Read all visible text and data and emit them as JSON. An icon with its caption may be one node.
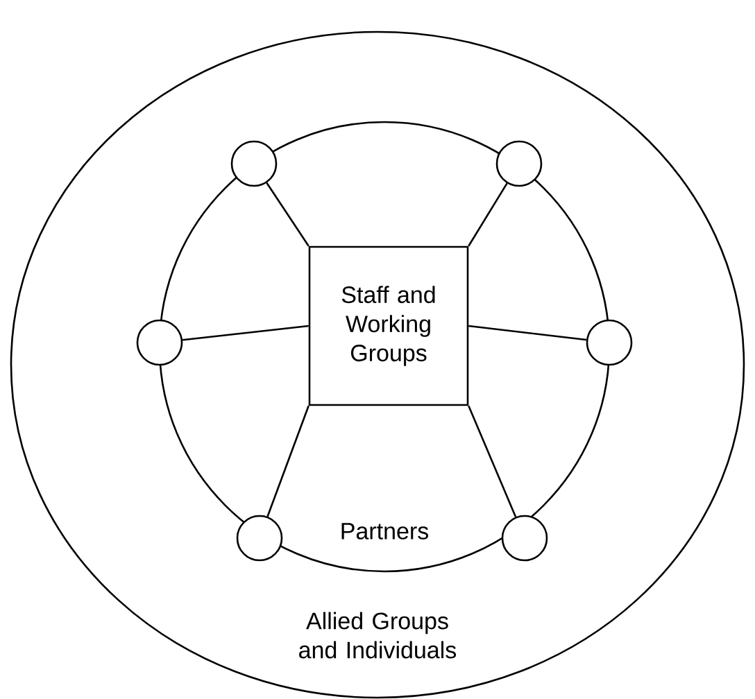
{
  "diagram": {
    "nodes": [
      {
        "text": [
          "Allied Groups and Individuals"
        ]
      },
      {
        "text": [
          "Partners"
        ],
        "in": 0
      },
      {
        "text": [
          "Staff and Working Groups"
        ],
        "in": 1
      },
      {
        "text": [],
        "shape": "circle",
        "in": 0
      },
      {
        "text": [],
        "shape": "circle",
        "in": 0
      },
      {
        "text": [],
        "shape": "circle",
        "in": 0
      },
      {
        "text": [],
        "shape": "circle",
        "in": 0
      },
      {
        "text": [],
        "shape": "circle",
        "in": 0
      },
      {
        "text": [],
        "shape": "circle",
        "in": 0
      }
    ],
    "edges": [
      {
        "from": 3,
        "to": 2,
        "arrow": "none"
      },
      {
        "from": 4,
        "to": 2,
        "arrow": "none"
      },
      {
        "from": 5,
        "to": 2,
        "arrow": "none"
      },
      {
        "from": 6,
        "to": 2,
        "arrow": "none"
      },
      {
        "from": 7,
        "to": 2,
        "arrow": "none"
      },
      {
        "from": 8,
        "to": 2,
        "arrow": "none"
      }
    ]
  }
}
